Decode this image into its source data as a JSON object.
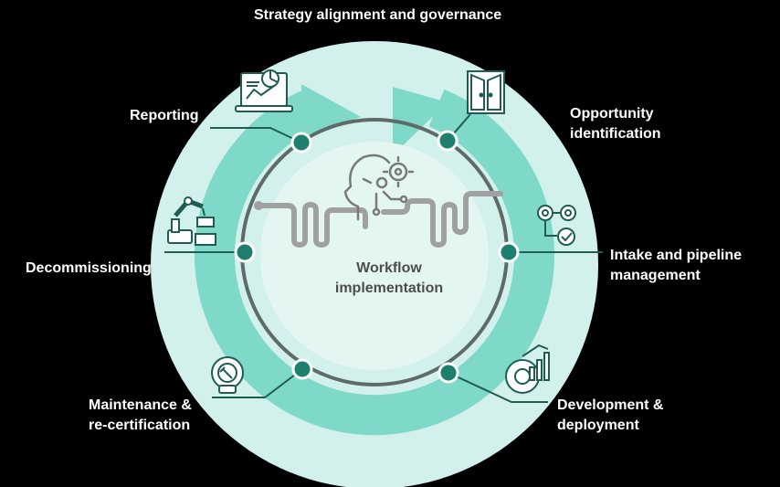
{
  "title": "Strategy alignment and governance",
  "center": "Workflow\nimplementation",
  "stages": [
    {
      "id": "reporting",
      "label": "Reporting",
      "icon": "dashboard-laptop-icon"
    },
    {
      "id": "opportunity",
      "label": "Opportunity\nidentification",
      "icon": "open-door-icon"
    },
    {
      "id": "intake",
      "label": "Intake and pipeline\nmanagement",
      "icon": "process-gears-icon"
    },
    {
      "id": "development",
      "label": "Development &\ndeployment",
      "icon": "gear-chart-icon"
    },
    {
      "id": "maintenance",
      "label": "Maintenance &\nre-certification",
      "icon": "gear-wrench-icon"
    },
    {
      "id": "decommissioning",
      "label": "Decommissioning",
      "icon": "robot-arm-icon"
    }
  ],
  "colors": {
    "background": "#000000",
    "outer_circle": "#d3f1ec",
    "arrow_band": "#7fd9c9",
    "ring": "#5e6b68",
    "node_fill": "#1f7f6e",
    "icon_stroke": "#1f5c52",
    "workflow_path": "#a0a0a0"
  }
}
